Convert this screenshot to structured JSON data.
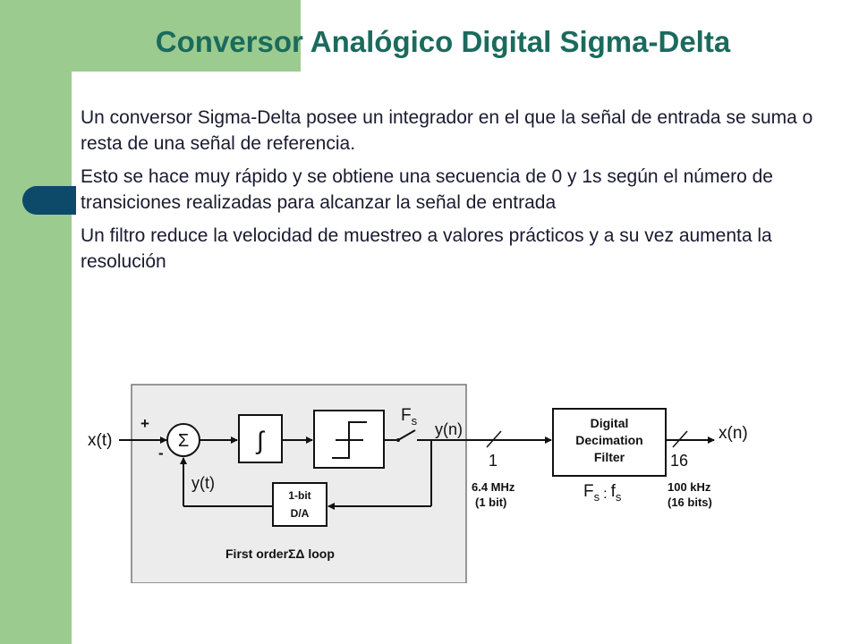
{
  "slide": {
    "title": "Conversor Analógico Digital Sigma-Delta",
    "paragraphs": [
      "Un conversor Sigma-Delta posee un integrador en el que la señal de entrada se suma o resta de una señal de referencia.",
      "Esto se hace muy rápido y se obtiene una secuencia de 0 y 1s según el número de transiciones realizadas para alcanzar la señal de entrada",
      "Un filtro reduce la velocidad de muestreo a valores prácticos y a su vez aumenta la resolución"
    ]
  },
  "diagram": {
    "input_label": "x(t)",
    "plus_sign": "+",
    "minus_sign": "-",
    "summer_symbol": "Σ",
    "integrator_symbol": "∫",
    "sample_clock_main": "F",
    "sample_clock_sub": "s",
    "modulator_output": "y(n)",
    "feedback_label": "y(t)",
    "dac_line1": "1-bit",
    "dac_line2": "D/A",
    "loop_caption": "First orderΣΔ loop",
    "stream_width": "1",
    "stream_rate_line1": "6.4 MHz",
    "stream_rate_line2": "(1 bit)",
    "filter_line1": "Digital",
    "filter_line2": "Decimation",
    "filter_line3": "Filter",
    "ratio_F": "F",
    "ratio_s": "s",
    "ratio_colon": ":",
    "ratio_f": "f",
    "ratio_s2": "s",
    "output_width": "16",
    "output_label": "x(n)",
    "output_rate_line1": "100 kHz",
    "output_rate_line2": "(16 bits)"
  },
  "colors": {
    "side_bar": "#9ccb8f",
    "side_tab": "#0d4a6a",
    "title": "#1a6b5d",
    "body_text": "#1a1a30",
    "diagram_fill": "#e4e4e4"
  }
}
